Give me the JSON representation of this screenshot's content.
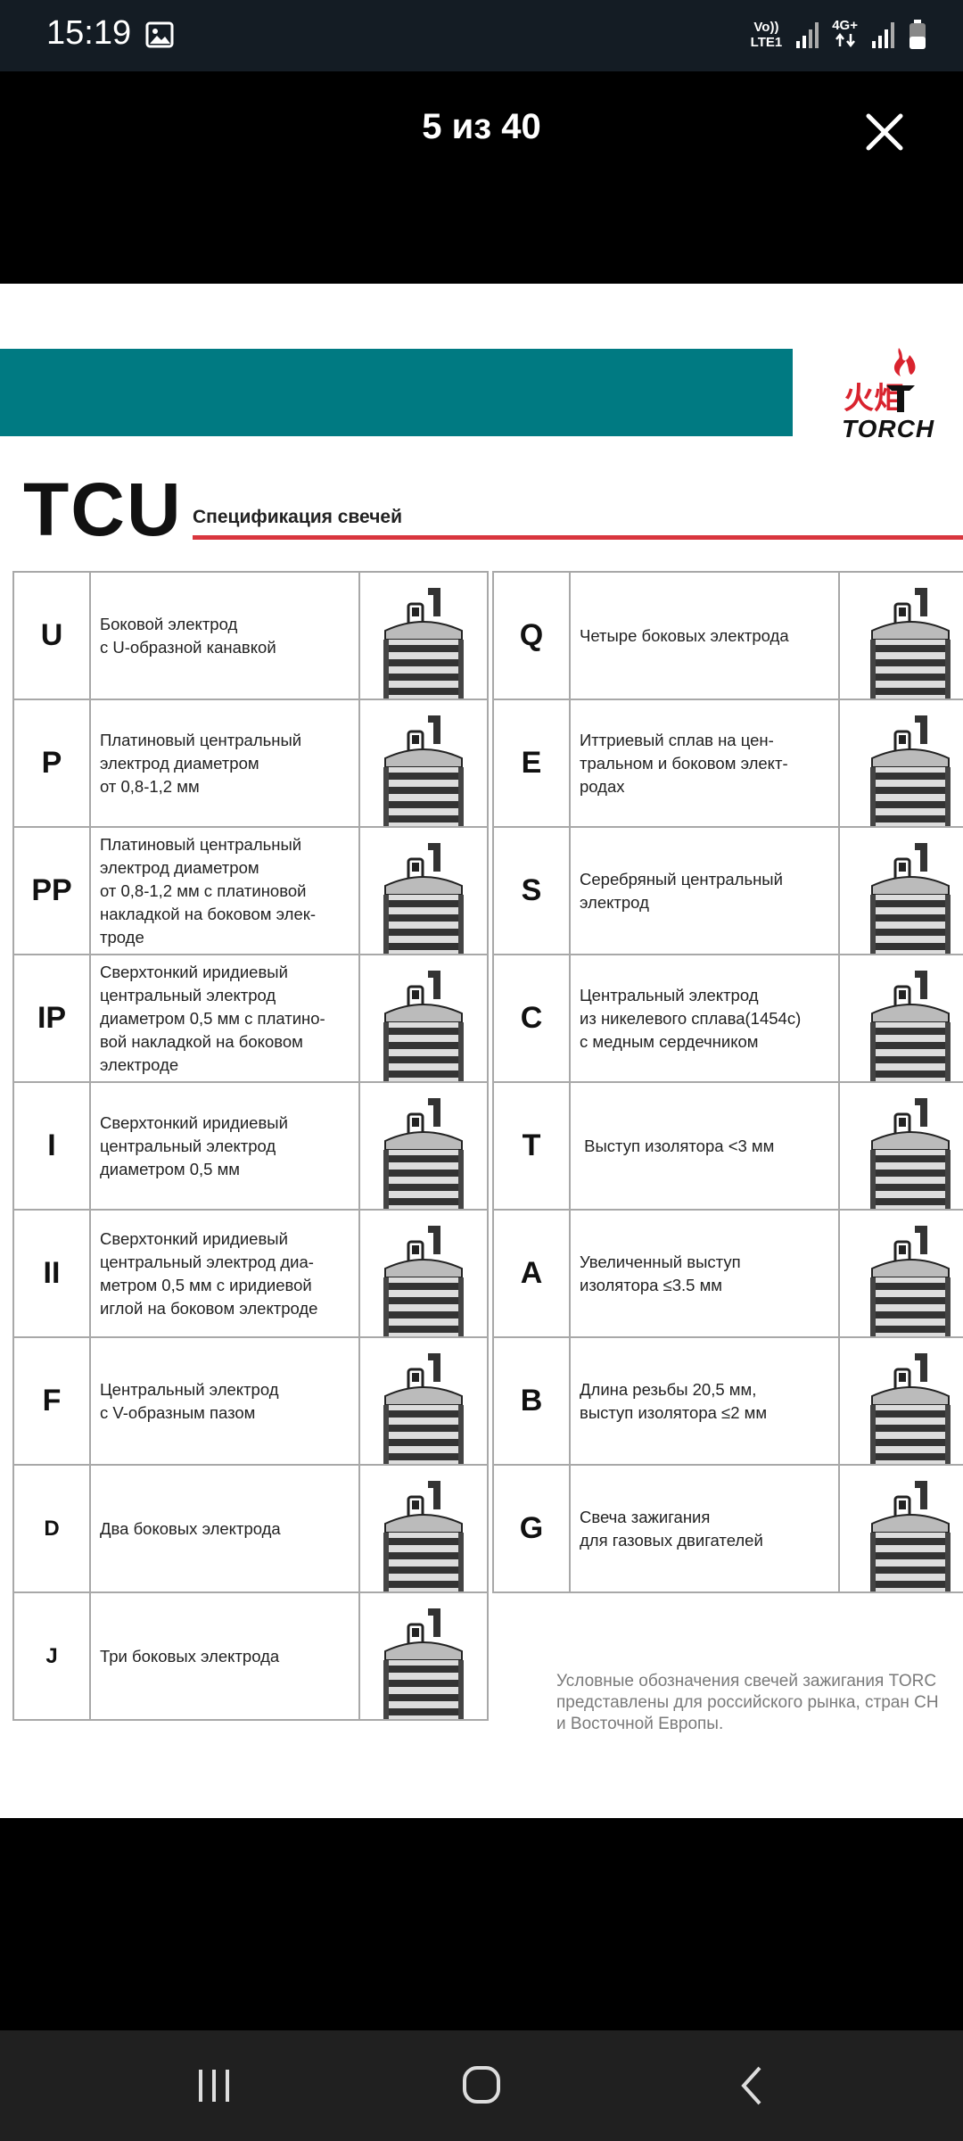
{
  "status_bar": {
    "time": "15:19",
    "network_top": "Vo))",
    "network_bottom": "LTE1",
    "network2": "4G+",
    "icons": [
      "gallery-icon",
      "signal-icon",
      "data-arrows-icon",
      "battery-icon"
    ]
  },
  "viewer": {
    "counter": "5 из 40",
    "close_icon": "close-icon"
  },
  "image": {
    "logo_text": "TORCH",
    "logo_chinese": "火炬",
    "title": "TCU",
    "subtitle": "Спецификация свечей",
    "left_rows": [
      {
        "code": "U",
        "lines": [
          "Боковой электрод",
          "с U-образной канавкой"
        ]
      },
      {
        "code": "P",
        "lines": [
          "Платиновый центральный",
          "электрод диаметром",
          "от 0,8-1,2 мм"
        ]
      },
      {
        "code": "PP",
        "lines": [
          "Платиновый центральный",
          "электрод диаметром",
          "от 0,8-1,2 мм с платиновой",
          "накладкой на боковом элек-",
          "троде"
        ]
      },
      {
        "code": "IP",
        "lines": [
          "Сверхтонкий иридиевый",
          "центральный электрод",
          "диаметром 0,5 мм с платино-",
          "вой накладкой на боковом",
          "электроде"
        ]
      },
      {
        "code": "I",
        "lines": [
          "Сверхтонкий иридиевый",
          "центральный электрод",
          "диаметром 0,5 мм"
        ]
      },
      {
        "code": "II",
        "lines": [
          "Сверхтонкий иридиевый",
          "центральный электрод диа-",
          "метром 0,5 мм с иридиевой",
          "иглой на боковом электроде"
        ]
      },
      {
        "code": "F",
        "lines": [
          "Центральный электрод",
          "с V-образным пазом"
        ]
      },
      {
        "code": "D",
        "lines": [
          "Два боковых электрода"
        ]
      },
      {
        "code": "J",
        "lines": [
          "Три боковых электрода"
        ]
      }
    ],
    "right_rows": [
      {
        "code": "Q",
        "lines": [
          "Четыре боковых электрода"
        ]
      },
      {
        "code": "E",
        "lines": [
          "Иттриевый сплав на цен-",
          "тральном и боковом элект-",
          "родах"
        ]
      },
      {
        "code": "S",
        "lines": [
          "Серебряный центральный",
          "электрод"
        ]
      },
      {
        "code": "C",
        "lines": [
          "Центральный электрод",
          "из никелевого сплава(1454с)",
          "с медным сердечником"
        ]
      },
      {
        "code": "T",
        "lines": [
          " Выступ изолятора <3 мм"
        ]
      },
      {
        "code": "A",
        "lines": [
          "Увеличенный выступ",
          "изолятора ≤3.5 мм"
        ]
      },
      {
        "code": "B",
        "lines": [
          "Длина резьбы 20,5 мм,",
          "выступ изолятора ≤2 мм"
        ]
      },
      {
        "code": "G",
        "lines": [
          "Свеча зажигания",
          "для газовых двигателей"
        ]
      }
    ],
    "note_lines": [
      "Условные обозначения свечей зажигания TORC",
      "представлены для российского рынка, стран СН",
      "и Восточной Европы."
    ]
  },
  "nav_bar": {
    "recents_icon": "recents-icon",
    "home_icon": "home-icon",
    "back_icon": "back-icon"
  },
  "colors": {
    "teal": "#007a82",
    "accent_red": "#d9363e",
    "status_bg": "#141c24"
  }
}
